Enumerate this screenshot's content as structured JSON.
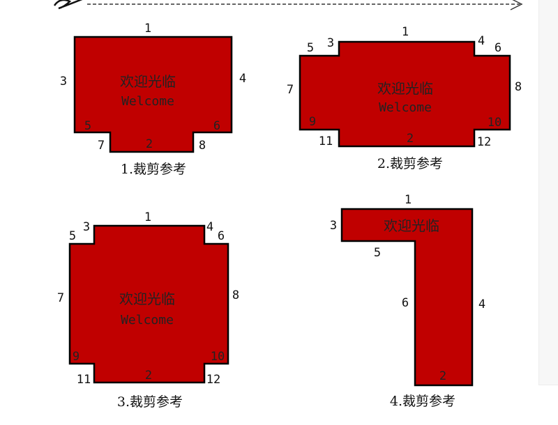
{
  "colors": {
    "shape_fill": "#c00000",
    "outline": "#000000"
  },
  "diagrams": [
    {
      "id": "d1",
      "caption": "1.裁剪参考",
      "center_text": [
        "欢迎光临",
        "Welcome"
      ],
      "labels": [
        "1",
        "3",
        "4",
        "5",
        "6",
        "7",
        "2",
        "8"
      ]
    },
    {
      "id": "d2",
      "caption": "2.裁剪参考",
      "center_text": [
        "欢迎光临",
        "Welcome"
      ],
      "labels": [
        "1",
        "3",
        "4",
        "5",
        "6",
        "7",
        "8",
        "9",
        "10",
        "11",
        "2",
        "12"
      ]
    },
    {
      "id": "d3",
      "caption": "3.裁剪参考",
      "center_text": [
        "欢迎光临",
        "Welcome"
      ],
      "labels": [
        "1",
        "3",
        "4",
        "5",
        "6",
        "7",
        "8",
        "9",
        "10",
        "11",
        "2",
        "12"
      ]
    },
    {
      "id": "d4",
      "caption": "4.裁剪参考",
      "center_text": [
        "欢迎光临"
      ],
      "labels": [
        "1",
        "3",
        "5",
        "6",
        "4",
        "2"
      ]
    }
  ]
}
